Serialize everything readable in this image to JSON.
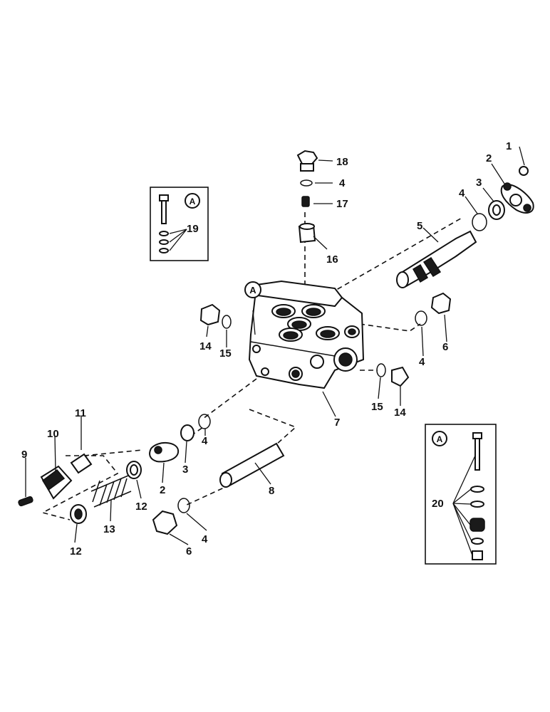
{
  "diagram": {
    "callouts": {
      "c1": "1",
      "c2a": "2",
      "c3a": "3",
      "c4a": "4",
      "c5": "5",
      "c6a": "6",
      "c4b": "4",
      "c15b": "15",
      "c14b": "14",
      "c7": "7",
      "c18": "18",
      "c4c": "4",
      "c17": "17",
      "c16": "16",
      "c14a": "14",
      "c15a": "15",
      "c11": "11",
      "c10": "10",
      "c9": "9",
      "c13": "13",
      "c12a": "12",
      "c12b": "12",
      "c2b": "2",
      "c3b": "3",
      "c4d": "4",
      "c8": "8",
      "c4e": "4",
      "c6b": "6",
      "c19": "19",
      "c20": "20"
    },
    "detail_marker": "A",
    "inset_top_marker": "A",
    "inset_bottom_marker": "A"
  }
}
